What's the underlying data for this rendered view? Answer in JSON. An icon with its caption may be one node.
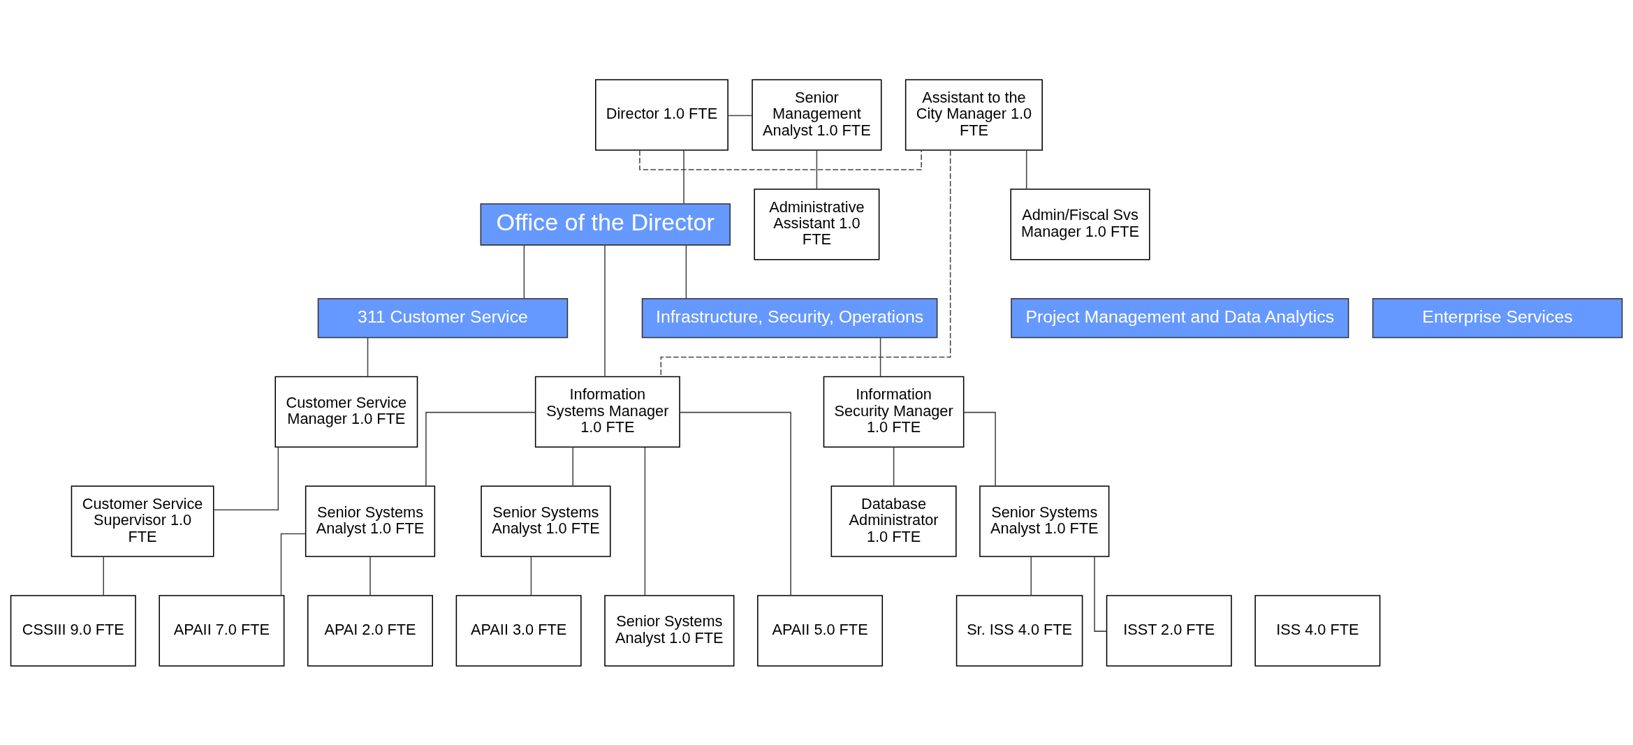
{
  "diagram": {
    "nodes": [
      {
        "text": [
          "Director 1.0 FTE"
        ]
      },
      {
        "text": [
          "Assistant to the City Manager 1.0 FTE"
        ]
      },
      {
        "text": [
          "Admin/Fiscal Svs Manager 1.0 FTE"
        ]
      },
      {
        "text": [
          "Senior Management Analyst 1.0 FTE"
        ]
      },
      {
        "text": [
          "Administrative Assistant 1.0 FTE"
        ]
      },
      {
        "text": [
          "Office of the Director"
        ]
      },
      {
        "text": [
          "Project Management and Data Analytics"
        ]
      },
      {
        "text": [
          "Enterprise Services"
        ]
      },
      {
        "text": [
          "Infrastructure, Security, Operations"
        ]
      },
      {
        "text": [
          "311 Customer Service"
        ]
      },
      {
        "text": [
          "Information Systems Manager 1.0 FTE"
        ]
      },
      {
        "text": [
          "Senior Systems Analyst 1.0 FTE"
        ]
      },
      {
        "text": [
          "Senior Systems Analyst 1.0 FTE"
        ]
      },
      {
        "text": [
          "APAII 7.0 FTE"
        ]
      },
      {
        "text": [
          "APAI 2.0 FTE"
        ]
      },
      {
        "text": [
          "Senior Systems Analyst 1.0 FTE"
        ]
      },
      {
        "text": [
          "APAII 5.0 FTE"
        ]
      },
      {
        "text": [
          "APAII 3.0 FTE"
        ]
      },
      {
        "text": [
          "Information Security Manager 1.0 FTE"
        ]
      },
      {
        "text": [
          "Database Administrator 1.0 FTE"
        ]
      },
      {
        "text": [
          "Senior Systems Analyst 1.0 FTE"
        ]
      },
      {
        "text": [
          "ISS 4.0 FTE"
        ]
      },
      {
        "text": [
          "Sr. ISS 4.0 FTE"
        ]
      },
      {
        "text": [
          "ISST 2.0 FTE"
        ]
      },
      {
        "text": [
          "Customer Service Manager 1.0 FTE"
        ]
      },
      {
        "text": [
          "Customer Service Supervisor 1.0 FTE"
        ]
      },
      {
        "text": [
          "CSSIII 9.0 FTE"
        ]
      }
    ],
    "edges": [
      {
        "from": 0,
        "to": 1,
        "arrow": "none",
        "style": "dashed"
      },
      {
        "from": 1,
        "to": 2,
        "arrow": "none"
      },
      {
        "from": 0,
        "to": 3,
        "arrow": "none"
      },
      {
        "from": 3,
        "to": 4,
        "arrow": "none"
      },
      {
        "from": 0,
        "to": 5,
        "arrow": "none"
      },
      {
        "from": 5,
        "to": 10,
        "arrow": "none"
      },
      {
        "from": 5,
        "to": 8,
        "arrow": "none"
      },
      {
        "from": 5,
        "to": 9,
        "arrow": "none"
      },
      {
        "from": 1,
        "to": 10,
        "arrow": "none",
        "style": "dashed"
      },
      {
        "from": 10,
        "to": 11,
        "arrow": "none"
      },
      {
        "from": 10,
        "to": 15,
        "arrow": "none"
      },
      {
        "from": 10,
        "to": 16,
        "arrow": "none"
      },
      {
        "from": 10,
        "to": 12,
        "arrow": "none"
      },
      {
        "from": 11,
        "to": 13,
        "arrow": "none"
      },
      {
        "from": 11,
        "to": 14,
        "arrow": "none"
      },
      {
        "from": 12,
        "to": 17,
        "arrow": "none"
      },
      {
        "from": 8,
        "to": 18,
        "arrow": "none"
      },
      {
        "from": 18,
        "to": 19,
        "arrow": "none"
      },
      {
        "from": 18,
        "to": 20,
        "arrow": "none"
      },
      {
        "from": 20,
        "to": 22,
        "arrow": "none"
      },
      {
        "from": 20,
        "to": 23,
        "arrow": "none"
      },
      {
        "from": 9,
        "to": 24,
        "arrow": "none"
      },
      {
        "from": 24,
        "to": 25,
        "arrow": "none"
      },
      {
        "from": 25,
        "to": 26,
        "arrow": "none"
      }
    ]
  }
}
